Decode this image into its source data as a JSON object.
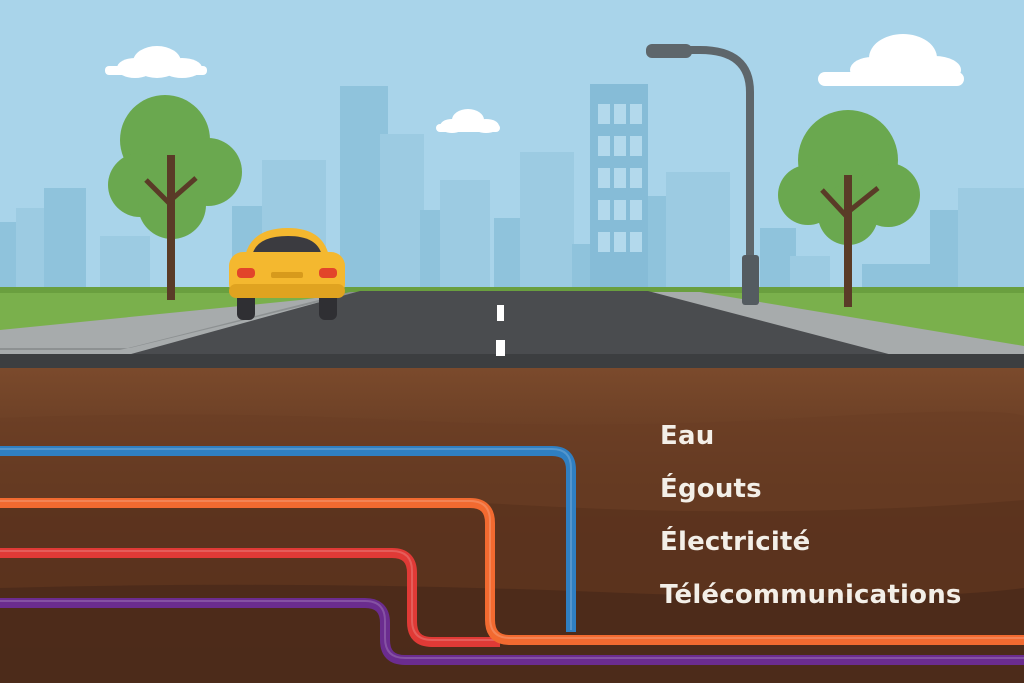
{
  "legend": {
    "items": [
      {
        "label": "Eau",
        "network": "water",
        "color": "#2f7fc2"
      },
      {
        "label": "Égouts",
        "network": "sewer",
        "color": "#f26a30"
      },
      {
        "label": "Électricité",
        "network": "electricity",
        "color": "#e03a36"
      },
      {
        "label": "Télécommunications",
        "network": "telecom",
        "color": "#6b2c8f"
      }
    ]
  },
  "colors": {
    "sky": "#a9d4ea",
    "buildings": "#8fc3dc",
    "grass": "#7ab04c",
    "road": "#4a4c4f",
    "sidewalk": "#a7abac",
    "soil_top": "#7b4a2c",
    "soil_deep": "#4a2916",
    "car": "#f4b82f",
    "tree_foliage": "#6aa84f",
    "text": "#f3efe8"
  }
}
